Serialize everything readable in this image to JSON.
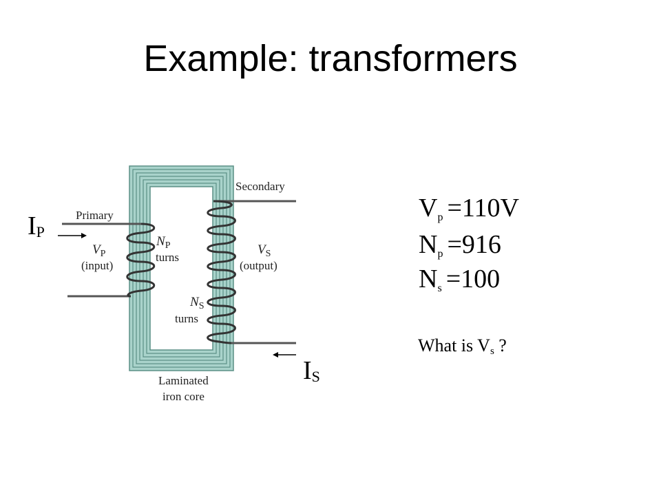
{
  "title": "Example: transformers",
  "diagram": {
    "secondary_label": "Secondary",
    "primary_label": "Primary",
    "vp_symbol": "V",
    "vp_sub": "P",
    "vp_note": "(input)",
    "np_symbol": "N",
    "np_sub": "P",
    "np_turns": "turns",
    "vs_symbol": "V",
    "vs_sub": "S",
    "vs_note": "(output)",
    "ns_symbol": "N",
    "ns_sub": "S",
    "ns_turns": "turns",
    "core_label_line1": "Laminated",
    "core_label_line2": "iron core",
    "ip_symbol": "I",
    "ip_sub": "P",
    "is_symbol": "I",
    "is_sub": "S"
  },
  "equations": [
    {
      "symbol": "V",
      "sub": "p",
      "value": "=110V"
    },
    {
      "symbol": "N",
      "sub": "p",
      "value": "=916"
    },
    {
      "symbol": "N",
      "sub": "s",
      "value": "=100"
    }
  ],
  "question": {
    "text": "What is V",
    "sub": "s",
    "suffix": " ?"
  },
  "colors": {
    "core": "#5a8f85",
    "coil": "#333333",
    "wire": "#555555",
    "core_fill": "#a9d3cb"
  }
}
